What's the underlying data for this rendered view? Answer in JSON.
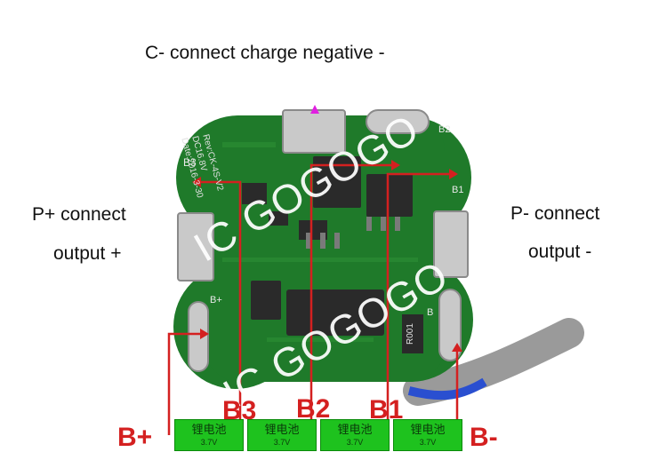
{
  "labels": {
    "charge": "C- connect charge negative -",
    "pplus_1": "P+ connect",
    "pplus_2": "output +",
    "pminus_1": "P- connect",
    "pminus_2": "output -"
  },
  "board": {
    "silk_b3": "B3",
    "silk_b2": "B2",
    "silk_b1": "B1",
    "silk_bplus": "B+",
    "silk_b": "B",
    "silk_rev": "Rev:CK-4S-V2",
    "silk_dc": "DC16.8V",
    "silk_date": "Date:2016-3-30",
    "silk_r": "R001"
  },
  "watermark": "IC GOGOGO",
  "cell_labels": [
    "锂电池",
    "锂电池",
    "锂电池",
    "锂电池"
  ],
  "cell_voltage": "3.7V",
  "terminals": {
    "bplus": "B+",
    "b3": "B3",
    "b2": "B2",
    "b1": "B1",
    "bminus": "B-"
  },
  "colors": {
    "pcb": "#1f7a2a",
    "arrow": "#d42020",
    "cell": "#1ec21e",
    "marker": "#e020e0"
  }
}
